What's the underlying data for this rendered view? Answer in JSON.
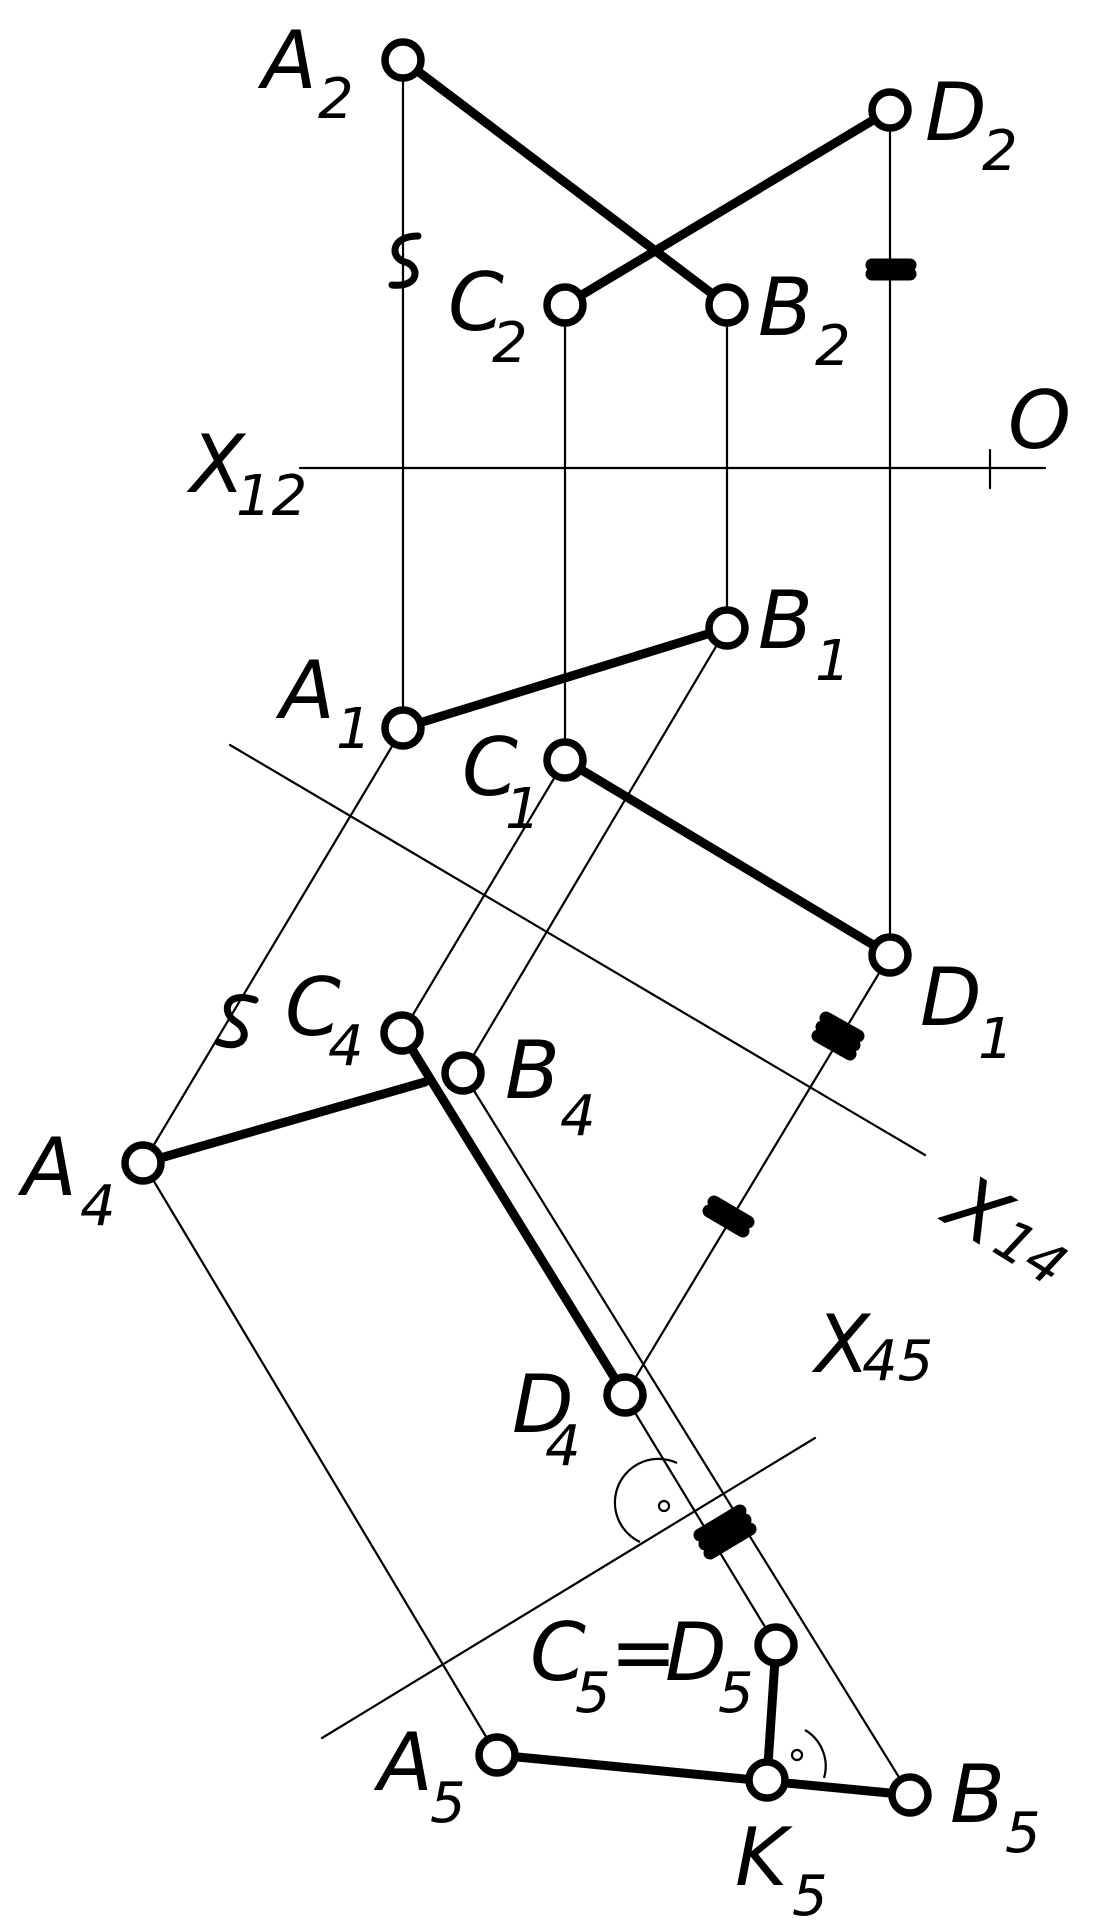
{
  "labels": {
    "A2": {
      "main": "A",
      "sub": "2"
    },
    "D2": {
      "main": "D",
      "sub": "2"
    },
    "C2": {
      "main": "C",
      "sub": "2"
    },
    "B2": {
      "main": "B",
      "sub": "2"
    },
    "O": {
      "main": "O"
    },
    "X12": {
      "main": "X",
      "sub": "12"
    },
    "B1": {
      "main": "B",
      "sub": "1"
    },
    "A1": {
      "main": "A",
      "sub": "1"
    },
    "C1": {
      "main": "C",
      "sub": "1"
    },
    "D1": {
      "main": "D",
      "sub": "1"
    },
    "C4": {
      "main": "C",
      "sub": "4"
    },
    "B4": {
      "main": "B",
      "sub": "4"
    },
    "A4": {
      "main": "A",
      "sub": "4"
    },
    "X14": {
      "main": "X",
      "sub": "14"
    },
    "X45": {
      "main": "X",
      "sub": "45"
    },
    "D4": {
      "main": "D",
      "sub": "4"
    },
    "C5D5": {
      "c": "C",
      "c_sub": "5",
      "eq": "=",
      "d": "D",
      "d_sub": "5"
    },
    "A5": {
      "main": "A",
      "sub": "5"
    },
    "B5": {
      "main": "B",
      "sub": "5"
    },
    "K5": {
      "main": "K",
      "sub": "5"
    }
  }
}
